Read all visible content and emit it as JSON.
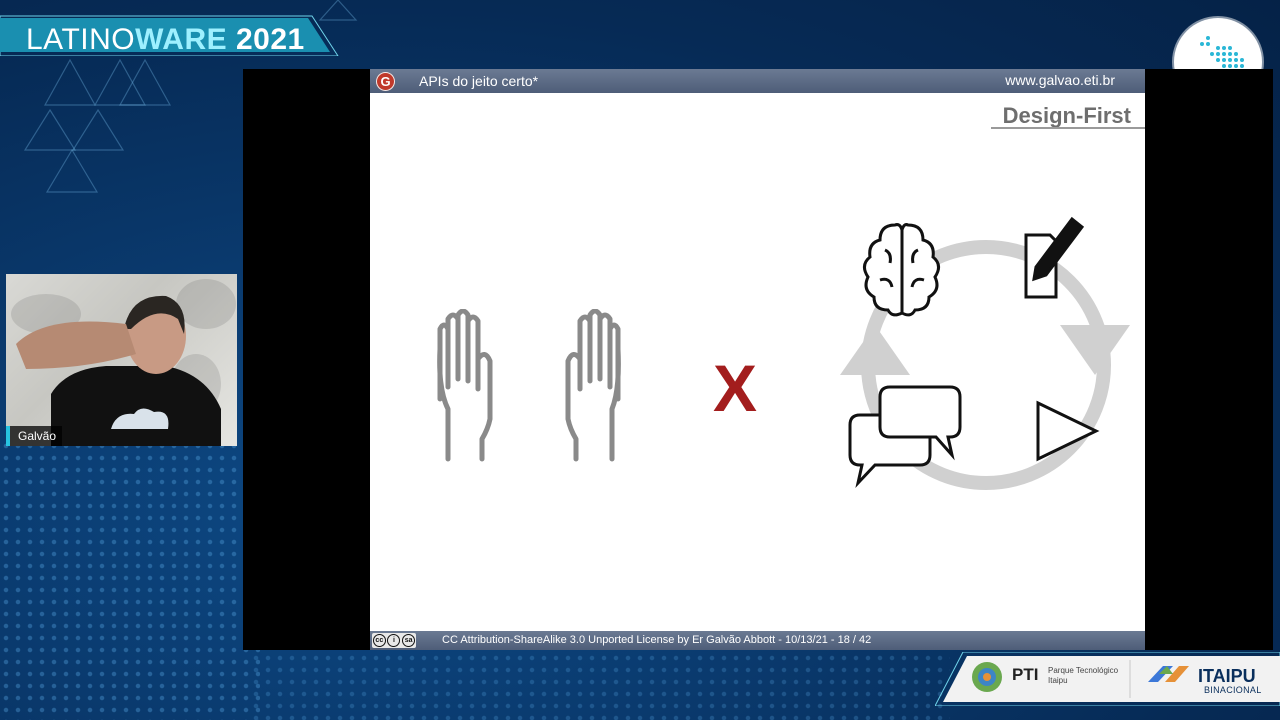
{
  "event": {
    "title_part1": "LATINO",
    "title_part2": "WARE",
    "title_part3": " 2021"
  },
  "slide": {
    "header_title": "APIs do jeito certo*",
    "header_url": "www.galvao.eti.br",
    "section_title": "Design-First",
    "versus": "X",
    "logo_letter": "G",
    "footer_text": "CC Attribution-ShareAlike 3.0 Unported License by Er Galvão Abbott - 10/13/21 - 18 / 42",
    "cc_badge": [
      "cc",
      "i",
      "sa"
    ]
  },
  "speaker": {
    "name": "Galvão"
  },
  "sponsors": {
    "pti_name": "PTI",
    "pti_subtitle": "Parque Tecnológico Itaipu",
    "itaipu_name": "ITAIPU",
    "itaipu_subtitle": "BINACIONAL"
  },
  "colors": {
    "background": "#062a55",
    "banner_accent": "#1a8fb0",
    "slide_header": "#5a6985",
    "versus_red": "#a31d1d",
    "cycle_arrow": "#d0d0d0",
    "webcam_label_accent": "#27c3e0"
  },
  "icons": {
    "slide_logo": "g-logo-icon",
    "hands": "raised-hands-icon",
    "brain": "brain-icon",
    "write": "document-pencil-icon",
    "chat": "chat-bubbles-icon",
    "play": "play-icon",
    "globe": "globe-logo-icon"
  }
}
